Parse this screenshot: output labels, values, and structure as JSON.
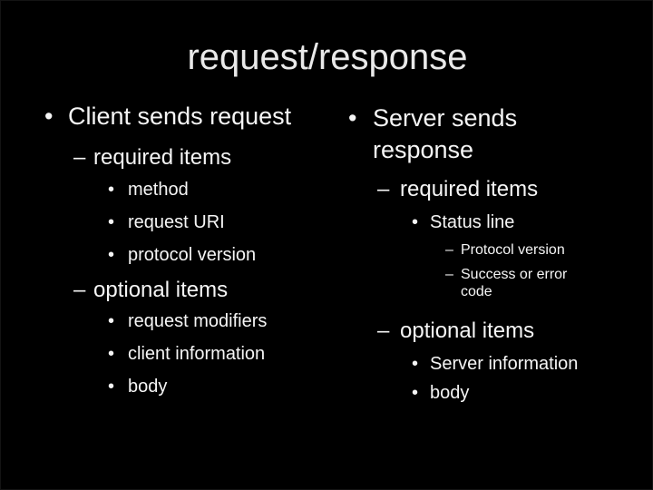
{
  "slide": {
    "title": "request/response",
    "colors": {
      "background": "#000000",
      "text": "#f5f5f5"
    },
    "left": {
      "items": [
        {
          "bullet": "•",
          "text": "Client sends request"
        },
        {
          "bullet": "–",
          "text": "required items"
        },
        {
          "bullet": "•",
          "text": "method"
        },
        {
          "bullet": "•",
          "text": "request URI"
        },
        {
          "bullet": "•",
          "text": "protocol version"
        },
        {
          "bullet": "–",
          "text": "optional items"
        },
        {
          "bullet": "•",
          "text": "request modifiers"
        },
        {
          "bullet": "•",
          "text": "client information"
        },
        {
          "bullet": "•",
          "text": "body"
        }
      ]
    },
    "right": {
      "items": [
        {
          "bullet": "•",
          "text": "Server sends response"
        },
        {
          "bullet": "–",
          "text": "required items"
        },
        {
          "bullet": "•",
          "text": "Status line"
        },
        {
          "bullet": "–",
          "text": "Protocol version"
        },
        {
          "bullet": "–",
          "text": "Success or error code"
        },
        {
          "bullet": "–",
          "text": "optional items"
        },
        {
          "bullet": "•",
          "text": "Server information"
        },
        {
          "bullet": "•",
          "text": "body"
        }
      ]
    }
  }
}
